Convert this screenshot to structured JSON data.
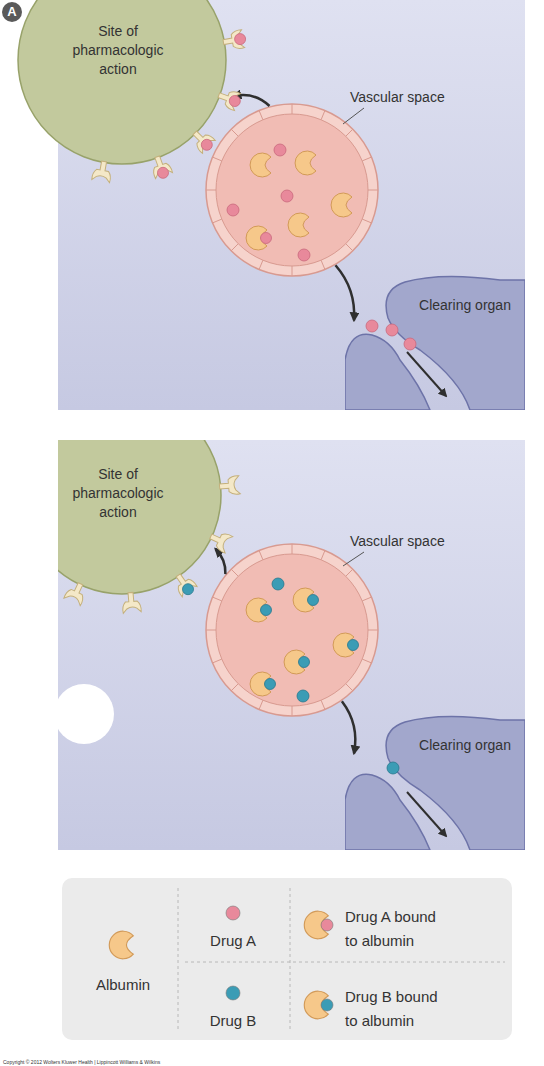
{
  "diagram": {
    "nodes": [
      {
        "text": [
          "Site of pharmacologic action"
        ]
      },
      {
        "text": [
          "Vascular space"
        ]
      },
      {
        "text": [
          "Clearing organ"
        ]
      },
      {
        "text": [
          "Site of pharmacologic action"
        ]
      },
      {
        "text": [
          "Vascular space"
        ]
      },
      {
        "text": [
          "Clearing organ"
        ]
      }
    ],
    "edges": [
      {
        "from": 1,
        "to": 0,
        "arrow": "to"
      },
      {
        "from": 1,
        "to": 2,
        "arrow": "to"
      },
      {
        "from": 4,
        "to": 3,
        "arrow": "to"
      },
      {
        "from": 4,
        "to": 5,
        "arrow": "to"
      }
    ],
    "labels": [
      "A",
      "Copyright © 2012 Wolters Kluwer Health | Lippincott Williams & Wilkins"
    ],
    "legend": [
      {
        "text": "Albumin"
      },
      {
        "text": "Drug A",
        "color": "#e8899b"
      },
      {
        "text": "Drug A bound to albumin"
      },
      {
        "text": "Drug B",
        "color": "#3b9cb5"
      },
      {
        "text": "Drug B bound to albumin"
      }
    ]
  }
}
